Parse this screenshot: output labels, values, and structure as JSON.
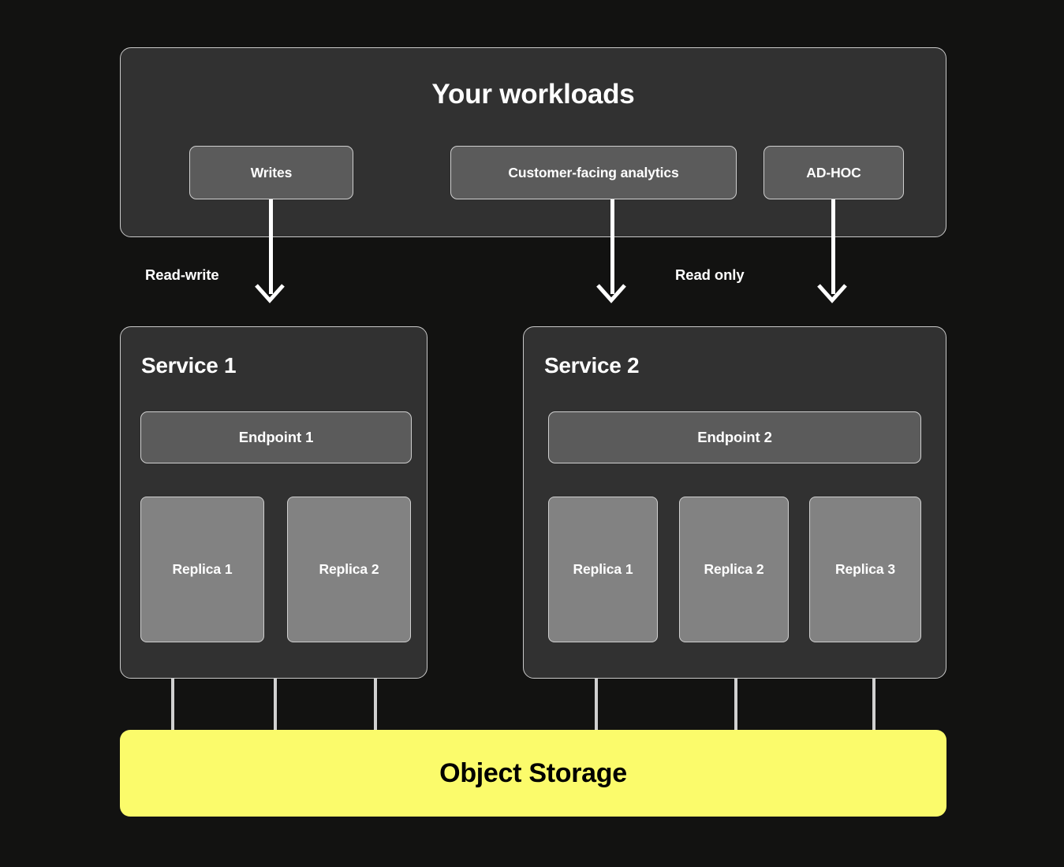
{
  "diagram": {
    "background_color": "#121211",
    "panel_color": "#313131",
    "chip_color": "#5b5b5b",
    "replica_color": "#828282",
    "border_color": "#c9c9c9",
    "storage_color": "#FBFB6B",
    "text_color": "#ffffff"
  },
  "workloads": {
    "title": "Your workloads",
    "chips": [
      {
        "label": "Writes"
      },
      {
        "label": "Customer-facing analytics"
      },
      {
        "label": "AD-HOC"
      }
    ]
  },
  "edges": {
    "read_write_label": "Read-write",
    "read_only_label": "Read only",
    "arrow_icon": "arrow-down-icon"
  },
  "services": [
    {
      "title": "Service 1",
      "endpoint": "Endpoint 1",
      "replicas": [
        {
          "label": "Replica 1"
        },
        {
          "label": "Replica 2"
        }
      ]
    },
    {
      "title": "Service 2",
      "endpoint": "Endpoint 2",
      "replicas": [
        {
          "label": "Replica 1"
        },
        {
          "label": "Replica 2"
        },
        {
          "label": "Replica 3"
        }
      ]
    }
  ],
  "storage": {
    "label": "Object Storage"
  }
}
